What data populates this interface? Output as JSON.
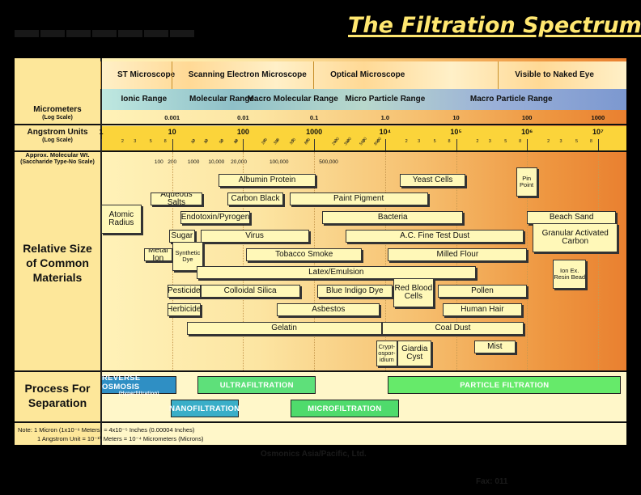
{
  "title": "The Filtration Spectrum",
  "footer": {
    "company": "Osmonics Asia/Pacific, Ltd.",
    "fax": "Fax: 011"
  },
  "left_labels": {
    "micrometers": "Micrometers",
    "micrometers_sub": "(Log Scale)",
    "angstrom": "Angstrom Units",
    "angstrom_sub": "(Log Scale)",
    "mw": "Approx. Molecular Wt.",
    "mw_sub": "(Saccharide Type-No Scale)",
    "relative": "Relative Size of Common Materials",
    "process": "Process For Separation"
  },
  "note": {
    "line1": "Note: 1 Micron (1x10⁻⁶ Meters) ≈ 4x10⁻⁵ Inches (0.00004 Inches)",
    "line2": "1 Angstrom Unit = 10⁻¹⁰ Meters = 10⁻⁴ Micrometers (Microns)"
  },
  "chart_data": {
    "type": "table",
    "x_scale": "log",
    "x_unit": "micrometers",
    "xlim": [
      0.0001,
      2000
    ],
    "microscopes": [
      {
        "label": "ST Microscope",
        "start": 0.0001
      },
      {
        "label": "Scanning Electron Microscope",
        "start": 0.001
      },
      {
        "label": "Optical Microscope",
        "start": 0.1
      },
      {
        "label": "Visible to Naked Eye",
        "start": 40
      }
    ],
    "ranges": [
      {
        "label": "Ionic Range",
        "x": 0.0004
      },
      {
        "label": "Molecular Range",
        "x": 0.005
      },
      {
        "label": "Macro Molecular Range",
        "x": 0.05
      },
      {
        "label": "Micro Particle Range",
        "x": 1.0
      },
      {
        "label": "Macro Particle Range",
        "x": 60
      }
    ],
    "micrometer_ticks": [
      {
        "label": "0.001",
        "x": 0.001
      },
      {
        "label": "0.01",
        "x": 0.01
      },
      {
        "label": "0.1",
        "x": 0.1
      },
      {
        "label": "1.0",
        "x": 1.0
      },
      {
        "label": "10",
        "x": 10
      },
      {
        "label": "100",
        "x": 100
      },
      {
        "label": "1000",
        "x": 1000
      }
    ],
    "angstrom_ticks": [
      {
        "label": "1",
        "x": 0.0001
      },
      {
        "label": "10",
        "x": 0.001
      },
      {
        "label": "100",
        "x": 0.01
      },
      {
        "label": "1000",
        "x": 0.1
      },
      {
        "label": "10⁴",
        "x": 1.0
      },
      {
        "label": "10⁵",
        "x": 10
      },
      {
        "label": "10⁶",
        "x": 100
      },
      {
        "label": "10⁷",
        "x": 1000
      }
    ],
    "minor_ticks": [
      "2",
      "3",
      "5",
      "8"
    ],
    "minor_tick_labels_ang2": [
      "20",
      "30",
      "50",
      "80",
      "200",
      "300",
      "500",
      "800",
      "2000",
      "3000",
      "5000",
      "8000"
    ],
    "mw_labels": [
      {
        "label": "100",
        "x": 0.00065
      },
      {
        "label": "200",
        "x": 0.001
      },
      {
        "label": "1000",
        "x": 0.002
      },
      {
        "label": "10,000",
        "x": 0.0042
      },
      {
        "label": "20,000",
        "x": 0.0087
      },
      {
        "label": "100,000",
        "x": 0.032
      },
      {
        "label": "500,000",
        "x": 0.16
      }
    ],
    "materials": [
      {
        "label": "Albumin Protein",
        "min": 0.0045,
        "max": 0.1,
        "row": 0
      },
      {
        "label": "Yeast Cells",
        "min": 1.6,
        "max": 13,
        "row": 0
      },
      {
        "label": "Pin Point",
        "min": 70,
        "max": 130,
        "row": 0,
        "tall": true
      },
      {
        "label": "Aqueous Salts",
        "min": 0.0005,
        "max": 0.0025,
        "row": 1
      },
      {
        "label": "Carbon Black",
        "min": 0.006,
        "max": 0.035,
        "row": 1
      },
      {
        "label": "Paint Pigment",
        "min": 0.045,
        "max": 3.8,
        "row": 1
      },
      {
        "label": "Atomic Radius",
        "min": 0.0001,
        "max": 0.00035,
        "row": 2,
        "tall": true
      },
      {
        "label": "Endotoxin/Pyrogen",
        "min": 0.0013,
        "max": 0.012,
        "row": 2
      },
      {
        "label": "Bacteria",
        "min": 0.13,
        "max": 12,
        "row": 2
      },
      {
        "label": "Beach Sand",
        "min": 100,
        "max": 1700,
        "row": 2
      },
      {
        "label": "Sugar",
        "min": 0.0009,
        "max": 0.002,
        "row": 3
      },
      {
        "label": "Virus",
        "min": 0.0025,
        "max": 0.08,
        "row": 3
      },
      {
        "label": "A.C. Fine Test Dust",
        "min": 0.28,
        "max": 85,
        "row": 3
      },
      {
        "label": "Granular Activated Carbon",
        "min": 120,
        "max": 1800,
        "row": 3,
        "tall": true
      },
      {
        "label": "Metal Ion",
        "min": 0.0004,
        "max": 0.00095,
        "row": 4
      },
      {
        "label": "Synthetic Dye",
        "min": 0.001,
        "max": 0.0026,
        "row": 4,
        "tall": true
      },
      {
        "label": "Tobacco Smoke",
        "min": 0.011,
        "max": 0.45,
        "row": 4
      },
      {
        "label": "Milled Flour",
        "min": 1.1,
        "max": 95,
        "row": 4
      },
      {
        "label": "Latex/Emulsion",
        "min": 0.0022,
        "max": 18,
        "row": 5
      },
      {
        "label": "Ion Ex. Resin Bead",
        "min": 230,
        "max": 650,
        "row": 5,
        "tall": true
      },
      {
        "label": "Pesticide",
        "min": 0.00085,
        "max": 0.0024,
        "row": 6
      },
      {
        "label": "Colloidal Silica",
        "min": 0.0025,
        "max": 0.06,
        "row": 6
      },
      {
        "label": "Blue Indigo Dye",
        "min": 0.11,
        "max": 1.2,
        "row": 6
      },
      {
        "label": "Red Blood Cells",
        "min": 1.3,
        "max": 4.6,
        "row": 6,
        "tall": true
      },
      {
        "label": "Pollen",
        "min": 5.5,
        "max": 95,
        "row": 6
      },
      {
        "label": "Herbicide",
        "min": 0.00085,
        "max": 0.0024,
        "row": 7
      },
      {
        "label": "Asbestos",
        "min": 0.03,
        "max": 0.8,
        "row": 7
      },
      {
        "label": "Human Hair",
        "min": 6.5,
        "max": 80,
        "row": 7
      },
      {
        "label": "Gelatin",
        "min": 0.0016,
        "max": 0.85,
        "row": 8
      },
      {
        "label": "Coal Dust",
        "min": 0.9,
        "max": 85,
        "row": 8
      },
      {
        "label": "Crypt-ospor-idium",
        "min": 0.75,
        "max": 1.4,
        "row": 9,
        "tall": true
      },
      {
        "label": "Giardia Cyst",
        "min": 1.5,
        "max": 4.3,
        "row": 9,
        "tall": true
      },
      {
        "label": "Mist",
        "min": 18,
        "max": 65,
        "row": 9
      }
    ],
    "processes": [
      {
        "label": "REVERSE OSMOSIS",
        "sub": "(Hyperfiltration)",
        "min": 0.0001,
        "max": 0.0011,
        "row": 0,
        "color": "#2f8fc4"
      },
      {
        "label": "ULTRAFILTRATION",
        "sub": "",
        "min": 0.0023,
        "max": 0.1,
        "row": 0,
        "color": "#5ee07a"
      },
      {
        "label": "PARTICLE FILTRATION",
        "sub": "",
        "min": 1.1,
        "max": 2000,
        "row": 0,
        "color": "#66ea6a"
      },
      {
        "label": "NANOFILTRATION",
        "sub": "",
        "min": 0.00095,
        "max": 0.0082,
        "row": 1,
        "color": "#3aaec8"
      },
      {
        "label": "MICROFILTRATION",
        "sub": "",
        "min": 0.046,
        "max": 1.5,
        "row": 1,
        "color": "#4fdb6c"
      }
    ]
  }
}
